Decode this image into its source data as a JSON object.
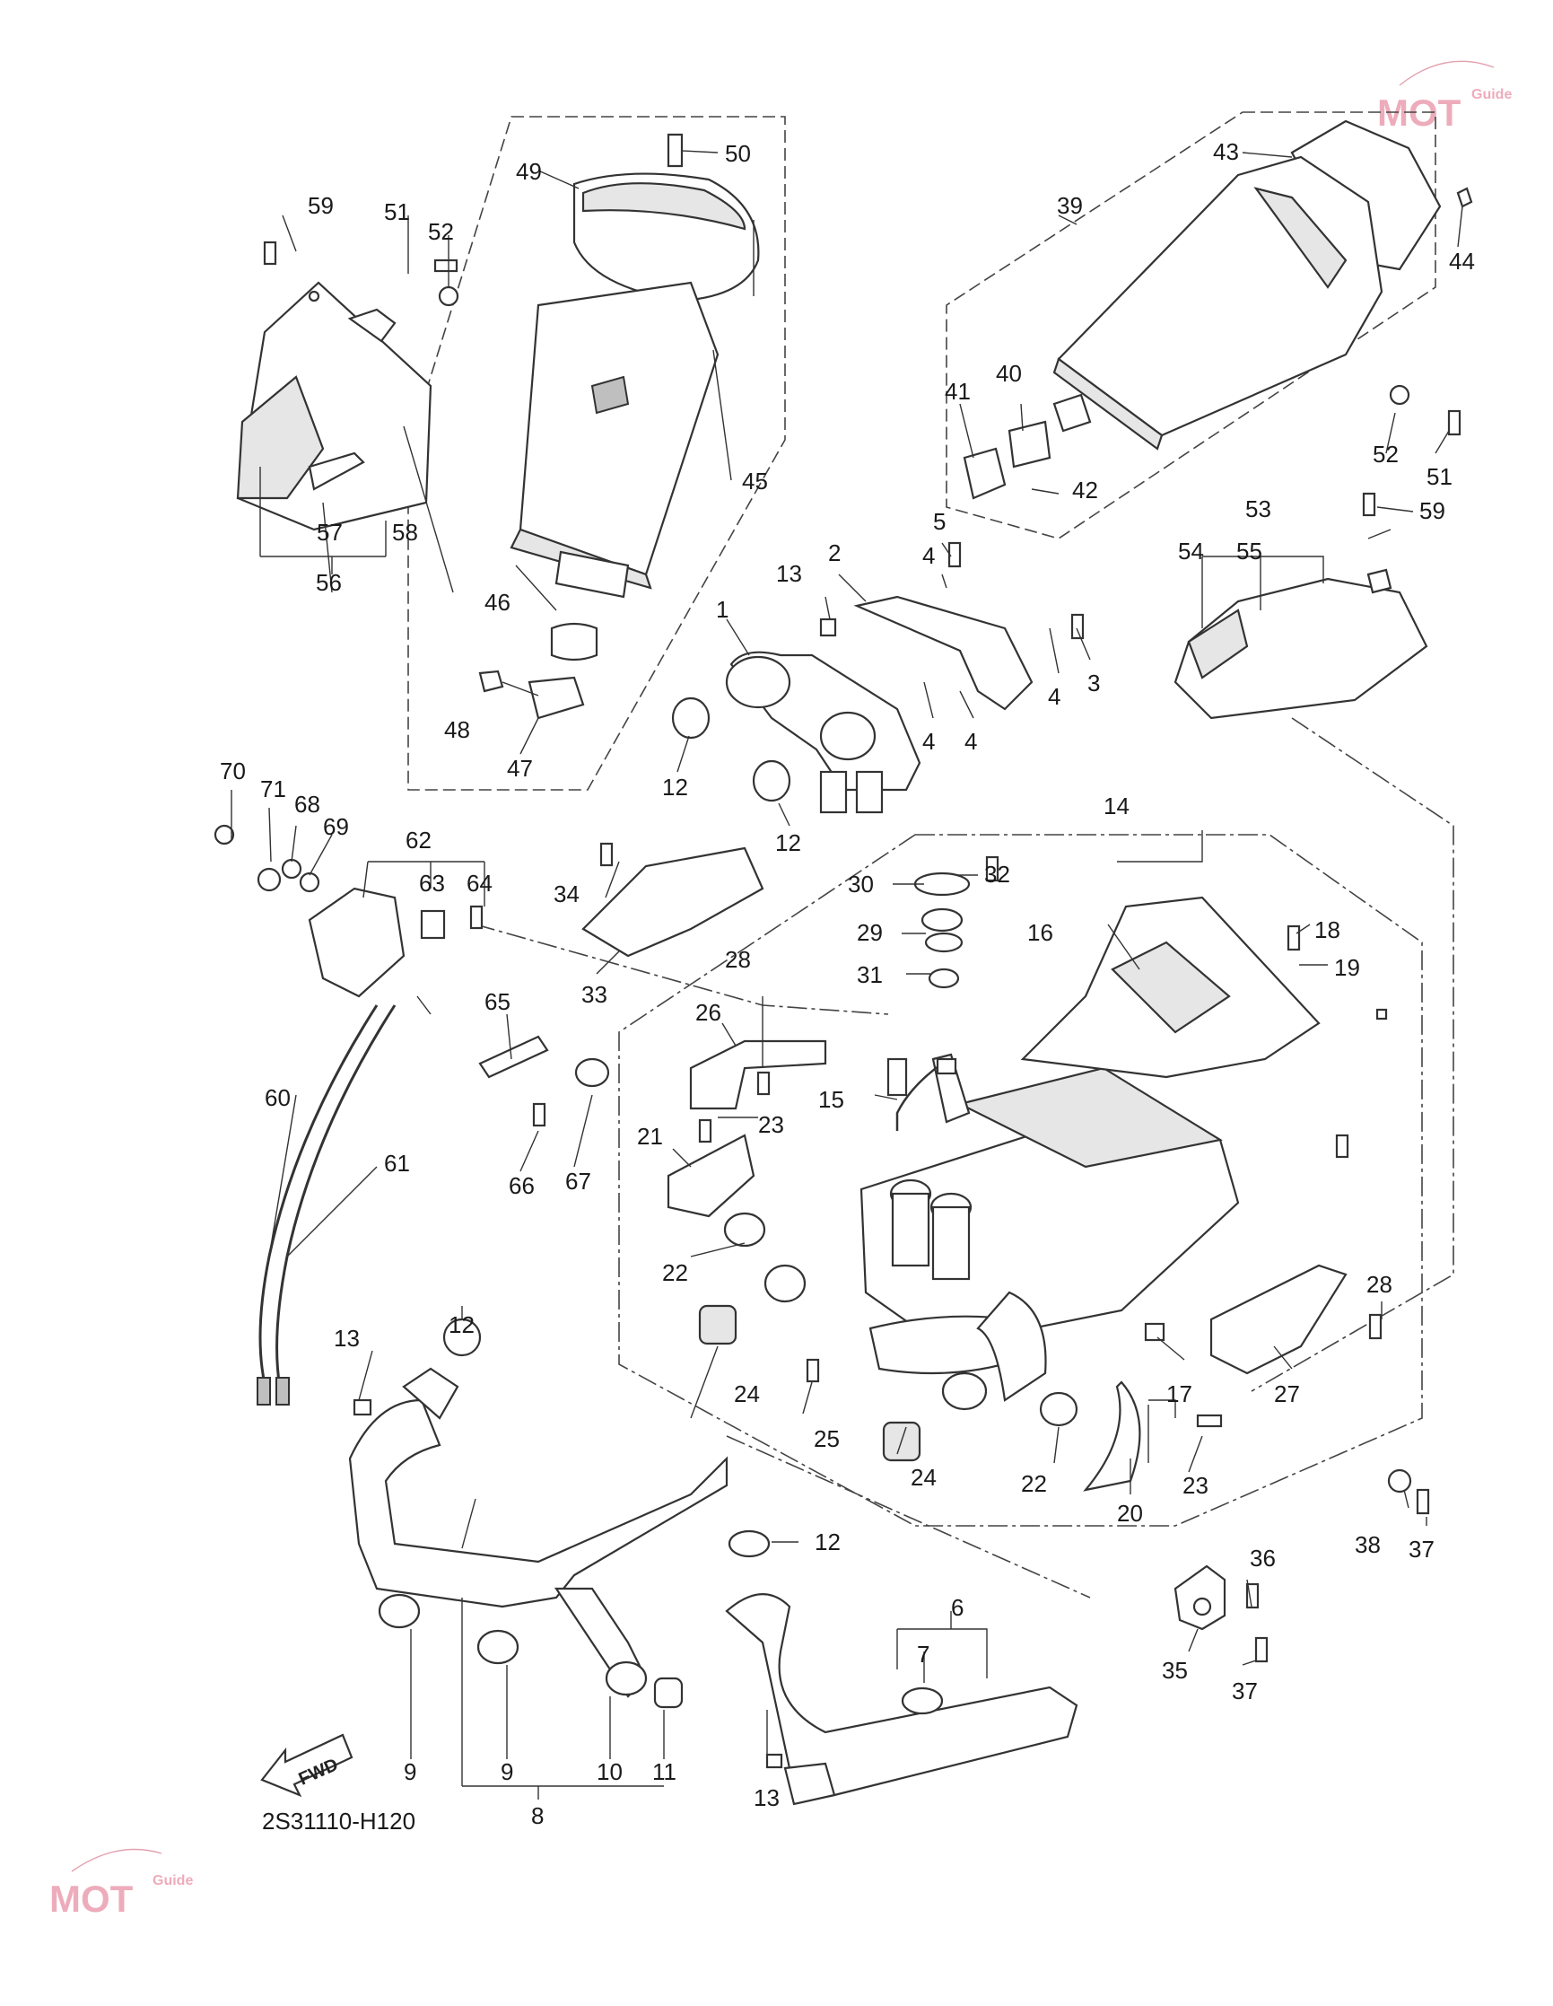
{
  "diagram": {
    "code": "2S31110-H120",
    "fwd_label": "FWD",
    "watermark_text": "MOT",
    "watermark_sub": "Guide",
    "callouts": [
      "1",
      "2",
      "3",
      "4",
      "4",
      "4",
      "4",
      "5",
      "6",
      "7",
      "8",
      "9",
      "9",
      "10",
      "11",
      "12",
      "12",
      "12",
      "12",
      "13",
      "13",
      "13",
      "14",
      "15",
      "16",
      "17",
      "18",
      "19",
      "20",
      "21",
      "22",
      "22",
      "23",
      "23",
      "24",
      "24",
      "25",
      "26",
      "27",
      "28",
      "28",
      "29",
      "30",
      "31",
      "32",
      "33",
      "34",
      "35",
      "36",
      "37",
      "37",
      "38",
      "39",
      "40",
      "41",
      "42",
      "43",
      "44",
      "45",
      "46",
      "47",
      "48",
      "49",
      "50",
      "51",
      "51",
      "52",
      "52",
      "53",
      "54",
      "55",
      "56",
      "57",
      "58",
      "59",
      "59",
      "60",
      "61",
      "62",
      "63",
      "64",
      "65",
      "66",
      "67",
      "68",
      "69",
      "70",
      "71"
    ]
  }
}
